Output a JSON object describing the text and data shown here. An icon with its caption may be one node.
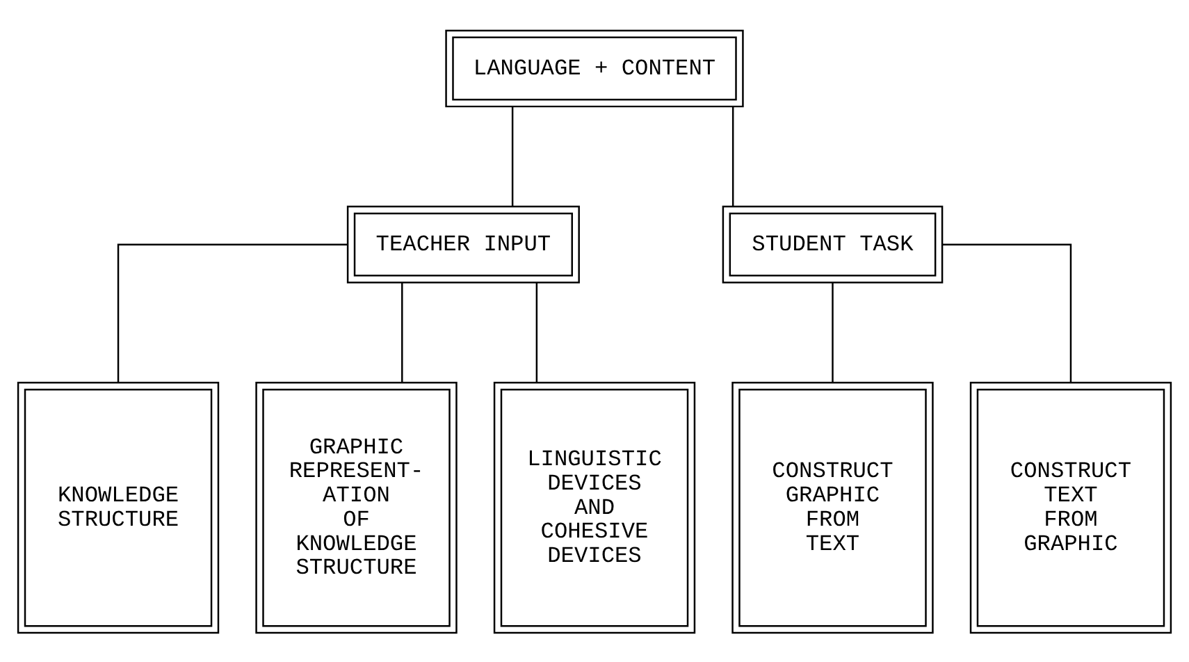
{
  "diagram": {
    "nodes": [
      {
        "text": [
          "LANGUAGE + CONTENT"
        ]
      },
      {
        "text": [
          "TEACHER INPUT"
        ]
      },
      {
        "text": [
          "STUDENT TASK"
        ]
      },
      {
        "text": [
          "KNOWLEDGE STRUCTURE"
        ]
      },
      {
        "text": [
          "GRAPHIC REPRESENT- ATION OF KNOWLEDGE STRUCTURE"
        ]
      },
      {
        "text": [
          "LINGUISTIC DEVICES AND COHESIVE DEVICES"
        ]
      },
      {
        "text": [
          "CONSTRUCT GRAPHIC FROM TEXT"
        ]
      },
      {
        "text": [
          "CONSTRUCT TEXT FROM GRAPHIC"
        ]
      }
    ],
    "edges": [
      {
        "from": 0,
        "to": 1,
        "arrow": "none"
      },
      {
        "from": 0,
        "to": 2,
        "arrow": "none"
      },
      {
        "from": 1,
        "to": 3,
        "arrow": "none"
      },
      {
        "from": 1,
        "to": 4,
        "arrow": "none"
      },
      {
        "from": 1,
        "to": 5,
        "arrow": "none"
      },
      {
        "from": 2,
        "to": 6,
        "arrow": "none"
      },
      {
        "from": 2,
        "to": 7,
        "arrow": "none"
      }
    ]
  }
}
